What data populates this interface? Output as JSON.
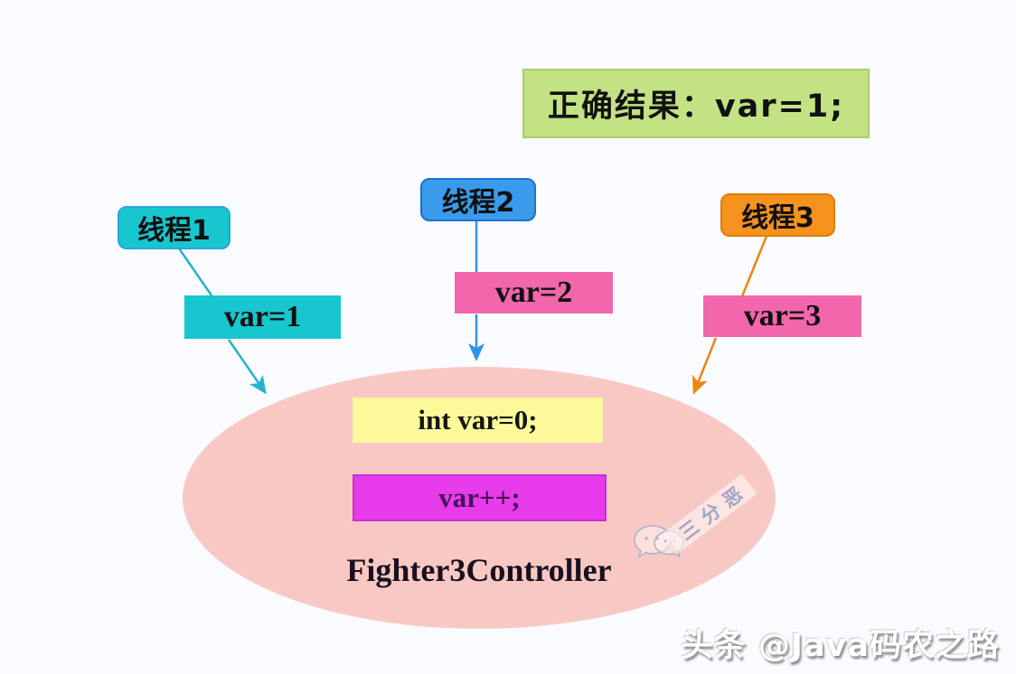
{
  "canvas": {
    "background": "#fafbfe",
    "description": "Java concurrency race-condition diagram: three threads incrementing a shared variable"
  },
  "result_box": {
    "label": "正确结果：var=1;",
    "bg_color": "#c3e283",
    "border_color": "#a9cd6b"
  },
  "threads": [
    {
      "label": "线程1",
      "value_label": "var=1",
      "box_color": "#18c6cf",
      "value_color": "#18c6cf",
      "arrow_color": "#25b2cc"
    },
    {
      "label": "线程2",
      "value_label": "var=2",
      "box_color": "#3a9bec",
      "value_color": "#f266ac",
      "arrow_color": "#2e93e8"
    },
    {
      "label": "线程3",
      "value_label": "var=3",
      "box_color": "#f6921e",
      "value_color": "#f266ac",
      "arrow_color": "#ee8412"
    }
  ],
  "controller": {
    "name": "Fighter3Controller",
    "ellipse_color": "#f8c9c4",
    "statements": [
      {
        "label": "int var=0;",
        "bg_color": "#fbf999"
      },
      {
        "label": "var++;",
        "bg_color": "#e83be9"
      }
    ]
  },
  "watermarks": {
    "wechat_name": "三分恶",
    "bottom_right": "头条 @Java码农之路"
  }
}
